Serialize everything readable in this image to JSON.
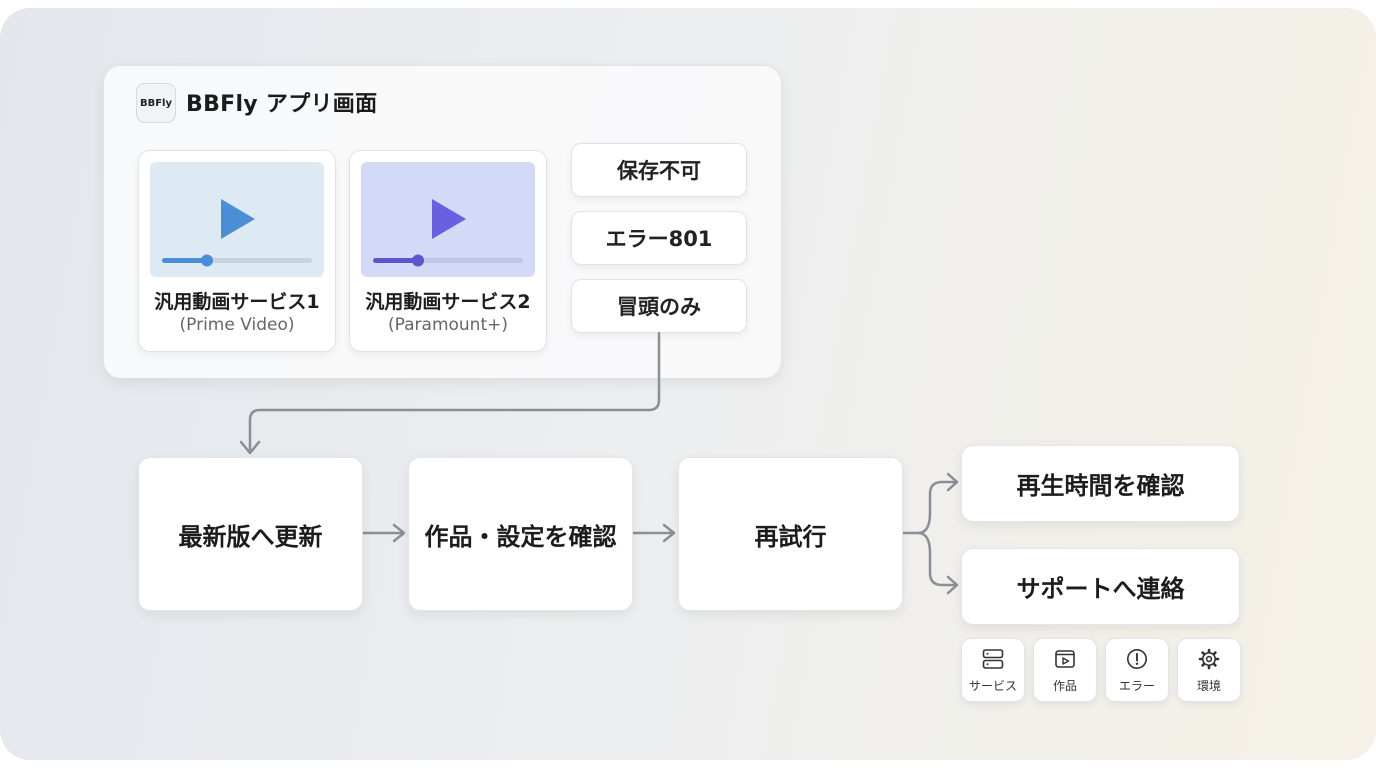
{
  "panel": {
    "logo_text": "BBFly",
    "title": "BBFly アプリ画面",
    "services": [
      {
        "name": "汎用動画サービス1",
        "sub": "(Prime Video)",
        "progress": 0.3
      },
      {
        "name": "汎用動画サービス2",
        "sub": "(Paramount+)",
        "progress": 0.3
      }
    ],
    "errors": [
      "保存不可",
      "エラー801",
      "冒頭のみ"
    ]
  },
  "flow": {
    "steps": [
      "最新版へ更新",
      "作品・設定を確認",
      "再試行"
    ],
    "outcomes": [
      "再生時間を確認",
      "サポートへ連絡"
    ]
  },
  "support_icons": [
    {
      "label": "サービス",
      "icon": "server-icon"
    },
    {
      "label": "作品",
      "icon": "video-icon"
    },
    {
      "label": "エラー",
      "icon": "alert-icon"
    },
    {
      "label": "環境",
      "icon": "gear-icon"
    }
  ],
  "colors": {
    "service1_play": "#4a8fd6",
    "service1_bg": "#dde9f3",
    "service2_play": "#6a5fe0",
    "service2_bg": "#d2daf8",
    "connector": "#8a8f96"
  }
}
